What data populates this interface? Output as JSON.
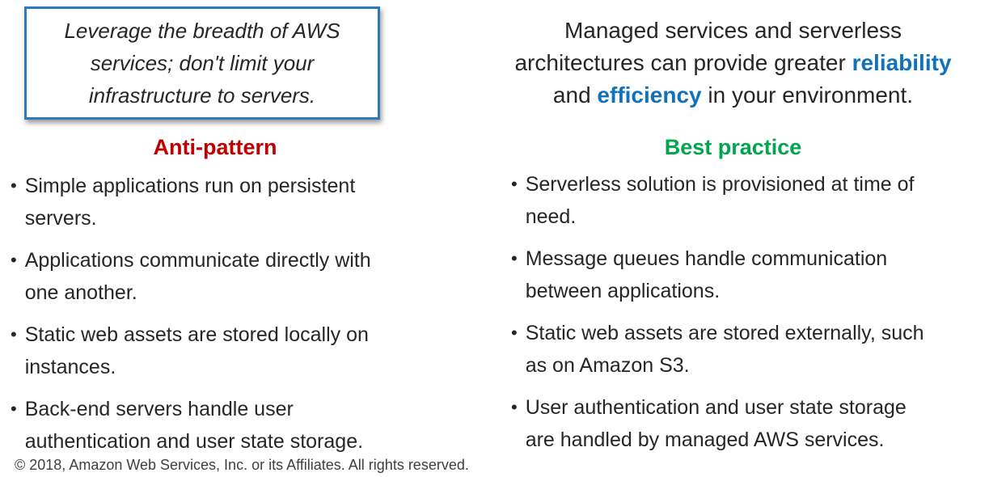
{
  "colors": {
    "accent_blue": "#1072BA",
    "heading_red": "#C00000",
    "heading_green": "#00A64F",
    "callout_border": "#2E79BD",
    "body_text": "#262626",
    "footer_text": "#3F3F3F"
  },
  "callout": {
    "lines": [
      "Leverage the breadth of AWS",
      "services; don't limit your",
      "infrastructure to servers."
    ]
  },
  "intro": {
    "line1": "Managed services and serverless",
    "line2_text": "architectures can provide greater ",
    "line2_highlight": "reliability",
    "line3_pre": "and ",
    "line3_highlight": "efficiency",
    "line3_post": " in your environment."
  },
  "anti_pattern": {
    "heading": "Anti-pattern",
    "bullet_glyph": "•",
    "items": [
      "Simple applications run on persistent servers.",
      "Applications communicate directly with one another.",
      "Static web assets are stored locally on instances.",
      "Back-end servers handle user authentication and user state storage."
    ]
  },
  "best_practice": {
    "heading": "Best practice",
    "bullet_glyph": "•",
    "items": [
      "Serverless solution is provisioned at time of need.",
      "Message queues handle communication between applications.",
      "Static web assets are stored externally, such as on Amazon S3.",
      "User authentication and user state storage are handled by managed AWS services."
    ]
  },
  "footer": {
    "copyright": "© 2018, Amazon Web Services, Inc. or its Affiliates. All rights reserved."
  }
}
